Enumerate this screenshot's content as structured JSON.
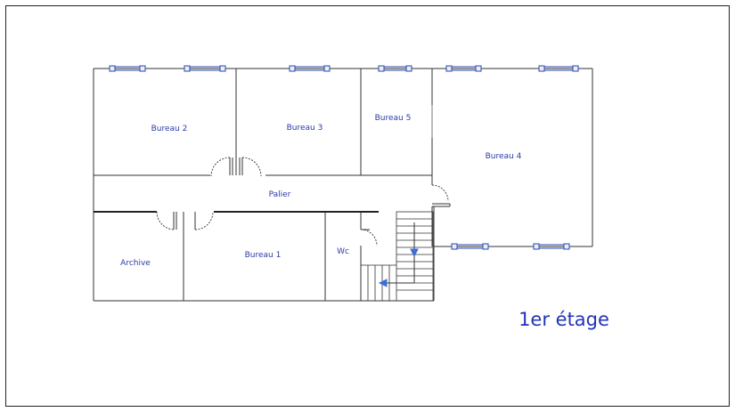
{
  "floor_title": "1er étage",
  "rooms": {
    "bureau2": "Bureau 2",
    "bureau3": "Bureau 3",
    "bureau5": "Bureau 5",
    "bureau4": "Bureau 4",
    "palier": "Palier",
    "archive": "Archive",
    "bureau1": "Bureau 1",
    "wc": "Wc"
  },
  "colors": {
    "label": "#2b3aa8",
    "title": "#2233bb",
    "window": "#2a49a8",
    "stair_arrow": "#3a6fd4"
  }
}
